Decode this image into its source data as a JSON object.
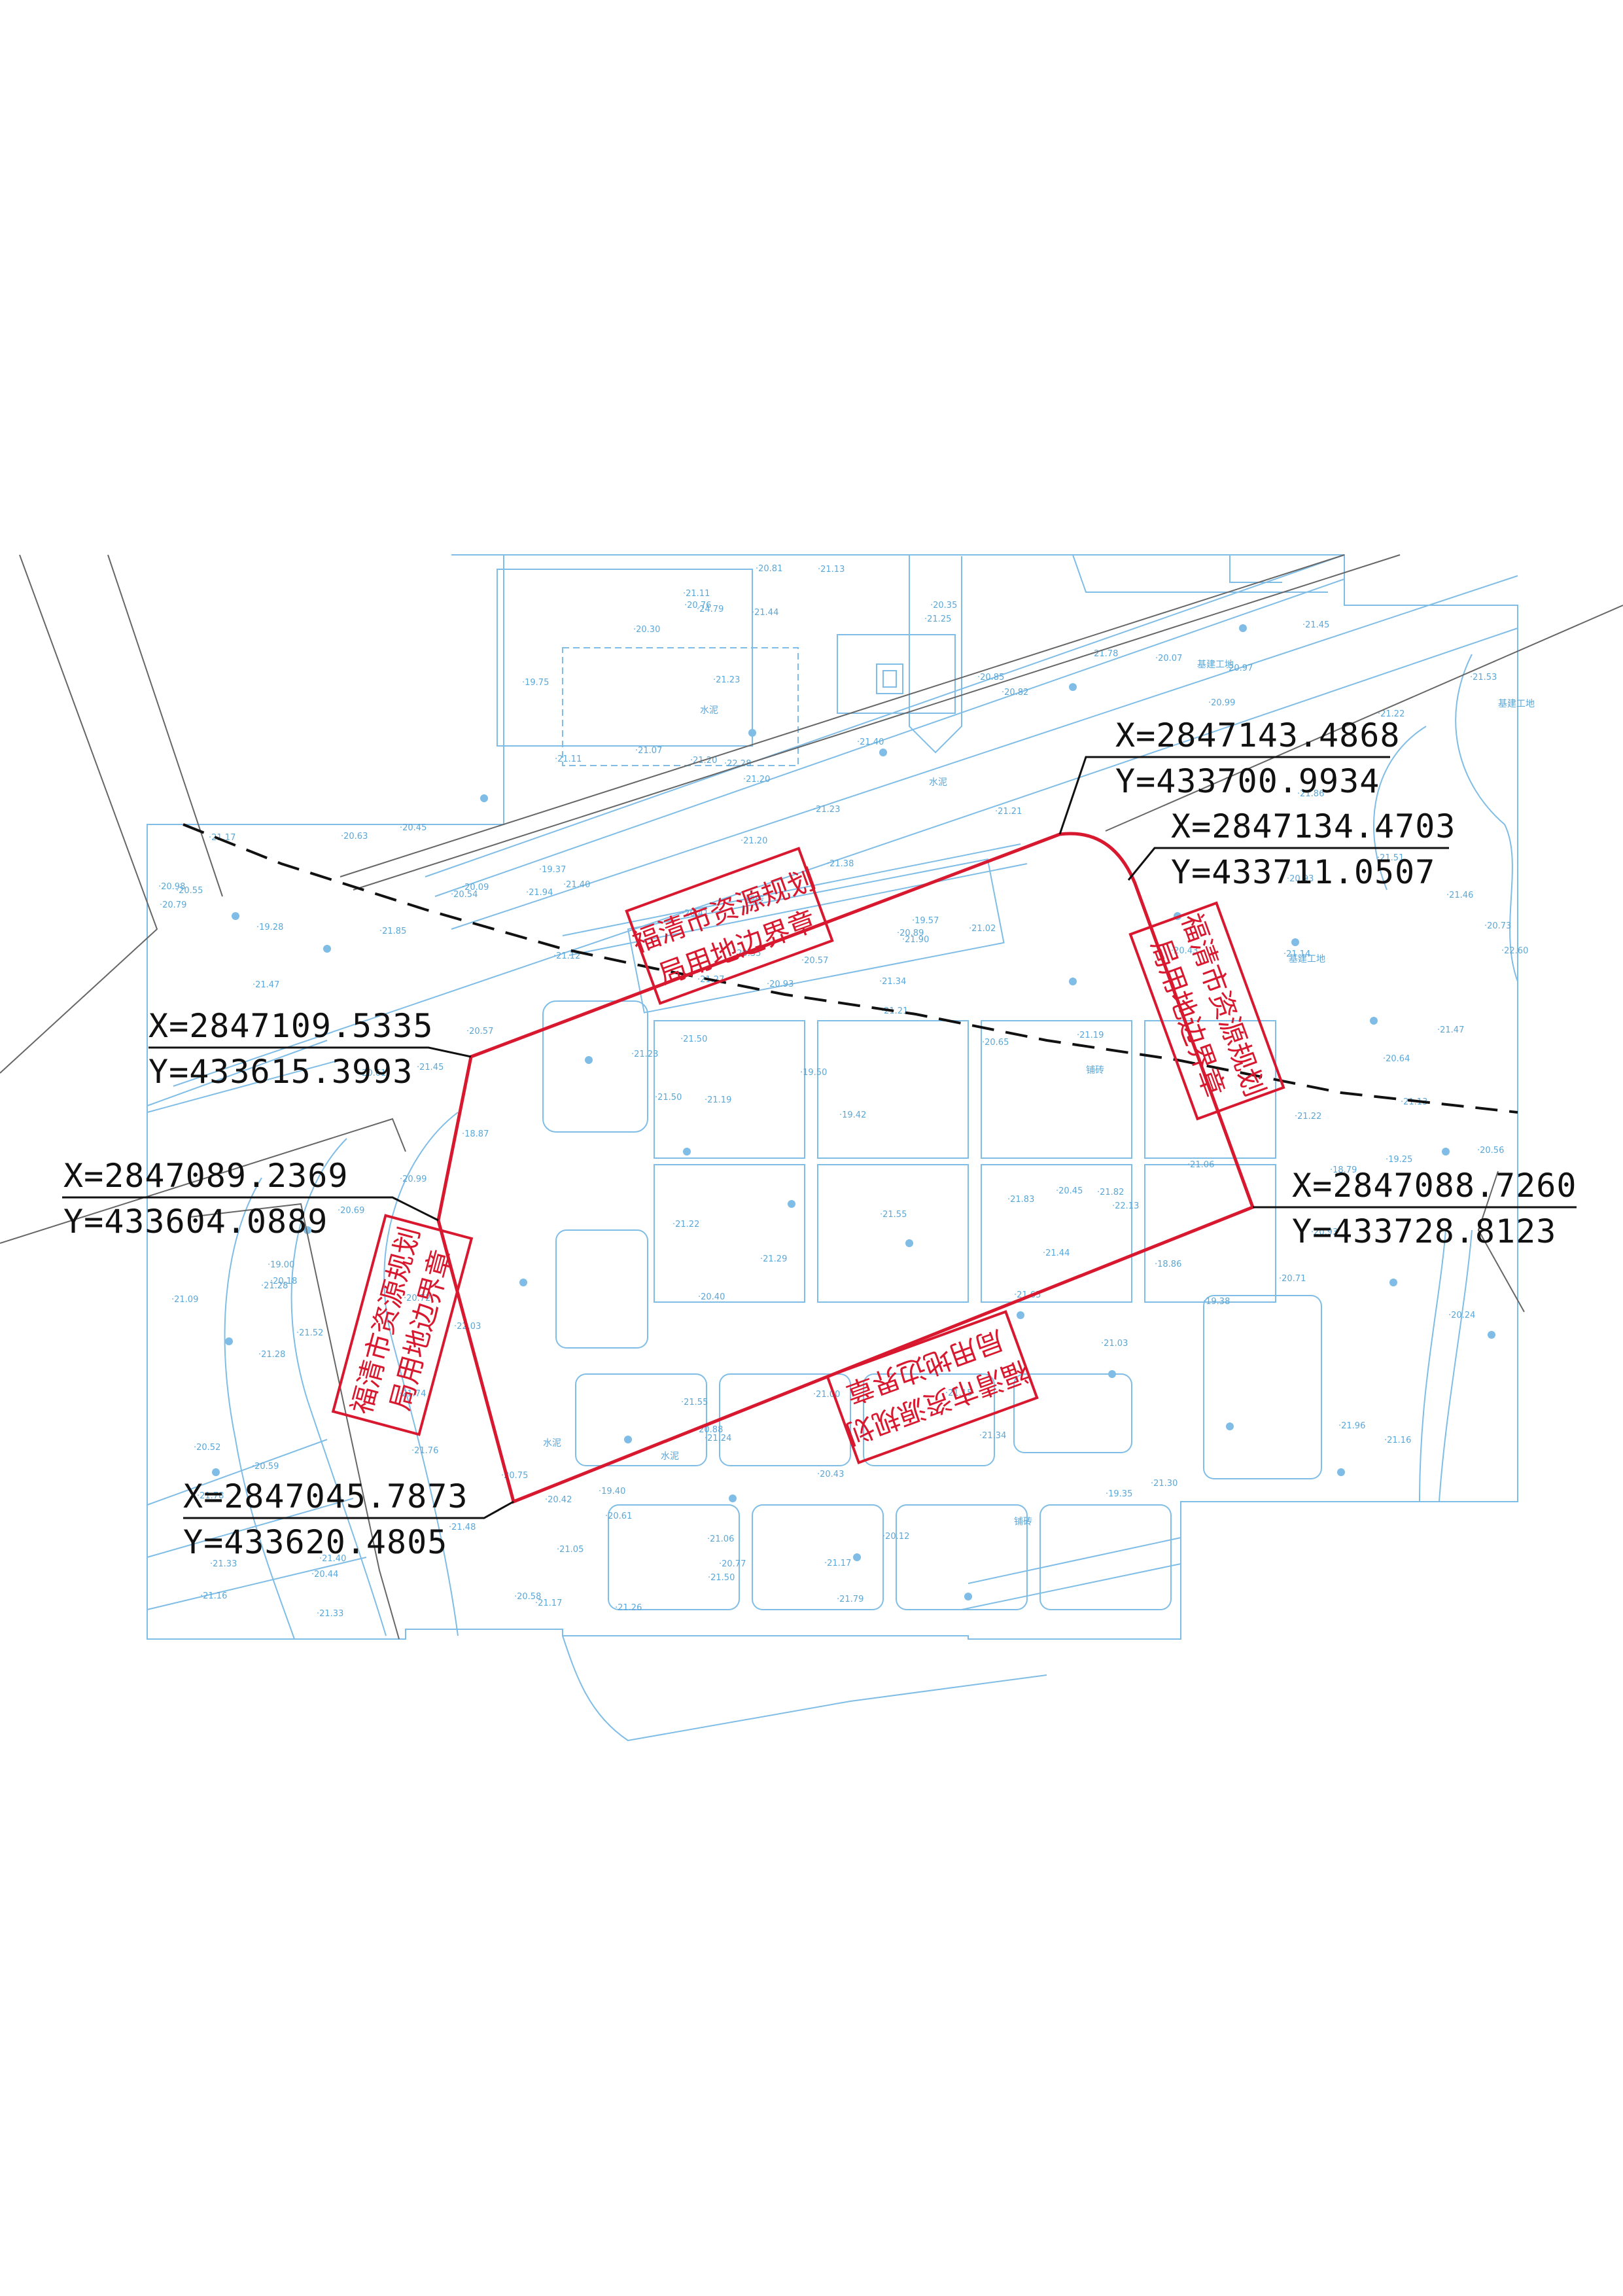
{
  "colors": {
    "background": "#ffffff",
    "topo_lines": "#7fbde6",
    "boundary": "#d8182e",
    "road_lines": "#555555",
    "leader_lines": "#111111",
    "stamp": "#d8182e"
  },
  "coordinate_labels": [
    {
      "id": "p1",
      "x_text": "X=2847143.4868",
      "y_text": "Y=433700.9934"
    },
    {
      "id": "p2",
      "x_text": "X=2847134.4703",
      "y_text": "Y=433711.0507"
    },
    {
      "id": "p3",
      "x_text": "X=2847109.5335",
      "y_text": "Y=433615.3993"
    },
    {
      "id": "p4",
      "x_text": "X=2847089.2369",
      "y_text": "Y=433604.0889"
    },
    {
      "id": "p5",
      "x_text": "X=2847088.7260",
      "y_text": "Y=433728.8123"
    },
    {
      "id": "p6",
      "x_text": "X=2847045.7873",
      "y_text": "Y=433620.4805"
    }
  ],
  "stamps": [
    {
      "id": "top",
      "line1": "福清市资源规划",
      "line2": "局用地边界章"
    },
    {
      "id": "right",
      "line1": "福清市资源规划",
      "line2": "局用地边界章"
    },
    {
      "id": "left",
      "line1": "福清市资源规划",
      "line2": "局用地边界章"
    },
    {
      "id": "bottom",
      "line1": "福清市资源规划",
      "line2": "局用地边界章"
    }
  ],
  "background_labels": [
    "水泥",
    "铺砖",
    "水泥",
    "铺砖",
    "基建工地",
    "基建工地",
    "基建工地",
    "水泥",
    "水泥",
    "铺砖"
  ],
  "elevations": [
    "21.47",
    "21.22",
    "21.50",
    "21.21",
    "21.40",
    "21.20",
    "21.38",
    "21.52",
    "21.40",
    "21.78",
    "21.76",
    "22.28",
    "21.90",
    "22.13",
    "24.79",
    "22.60",
    "21.83",
    "21.51",
    "21.50",
    "21.55",
    "21.27",
    "21.78",
    "22.03",
    "21.96",
    "21.82",
    "21.79",
    "21.94",
    "21.85",
    "21.65",
    "21.48",
    "21.46",
    "21.34",
    "21.33",
    "21.24",
    "21.21",
    "21.28",
    "21.86",
    "21.53",
    "21.44",
    "21.34",
    "21.74",
    "21.33",
    "21.16",
    "21.00",
    "20.97",
    "20.81",
    "20.57",
    "20.55",
    "20.45",
    "20.07",
    "20.44",
    "20.35",
    "20.30",
    "20.35",
    "20.24",
    "20.40",
    "20.42",
    "20.45",
    "20.54",
    "20.52",
    "20.63",
    "20.56",
    "20.41",
    "20.43",
    "20.57",
    "20.59",
    "20.65",
    "20.93",
    "21.06",
    "21.14",
    "21.29",
    "21.30",
    "21.17",
    "21.15",
    "21.11",
    "21.13",
    "21.02",
    "21.03",
    "20.93",
    "20.71",
    "20.79",
    "20.77",
    "20.85",
    "20.82",
    "20.61",
    "20.58",
    "20.64",
    "20.73",
    "20.69",
    "20.72",
    "20.75",
    "20.89",
    "20.99",
    "21.12",
    "21.22",
    "21.20",
    "21.23",
    "21.17",
    "21.09",
    "21.19",
    "21.45",
    "21.07",
    "21.26",
    "21.28",
    "21.23",
    "21.11",
    "21.19",
    "20.99",
    "20.61",
    "20.43",
    "20.18",
    "20.12",
    "20.09",
    "19.75",
    "18.79",
    "18.86",
    "18.87",
    "19.00",
    "19.25",
    "19.37",
    "19.42",
    "19.28",
    "19.38",
    "19.50",
    "19.57",
    "19.40",
    "19.35",
    "20.88",
    "20.76",
    "20.93",
    "20.98",
    "21.05",
    "21.06",
    "21.13",
    "21.23",
    "21.20",
    "21.45",
    "21.40",
    "21.55",
    "21.44",
    "21.47",
    "21.50",
    "21.25",
    "21.17",
    "21.22",
    "21.16"
  ]
}
